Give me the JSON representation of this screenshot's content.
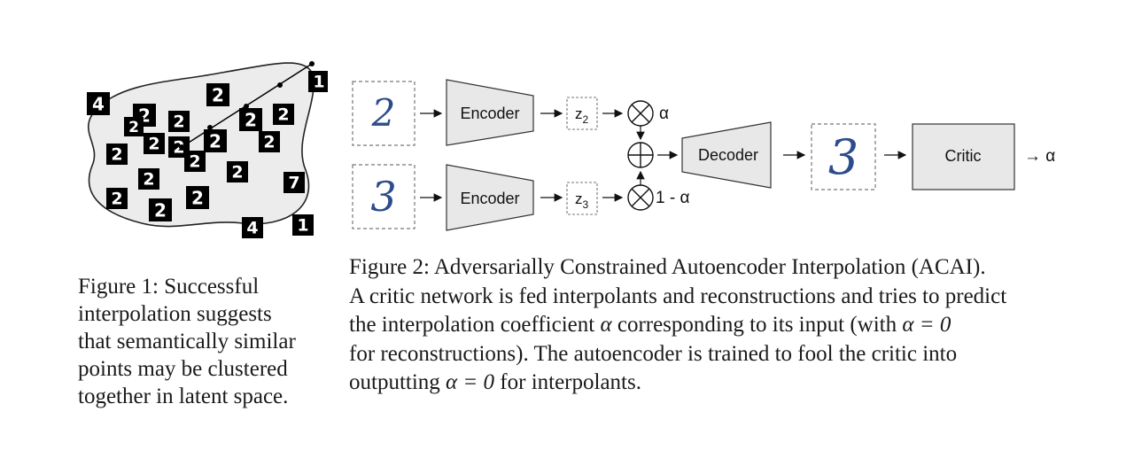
{
  "figure1": {
    "digits": [
      "4",
      "2",
      "2",
      "2",
      "2",
      "2",
      "2",
      "2",
      "2",
      "2",
      "2",
      "2",
      "2",
      "2",
      "2",
      "2",
      "2",
      "7",
      "4",
      "1",
      "1",
      "2"
    ],
    "caption_lines": [
      "Figure 1: Successful",
      "interpolation suggests",
      "that semantically similar",
      "points may be clustered",
      "together in latent space."
    ]
  },
  "figure2": {
    "input_top_digit": "2",
    "input_bottom_digit": "3",
    "encoder_top_label": "Encoder",
    "encoder_bottom_label": "Encoder",
    "latent_top_label": "z",
    "latent_top_sub": "2",
    "latent_bottom_label": "z",
    "latent_bottom_sub": "3",
    "alpha_top": "α",
    "alpha_bottom": "1 - α",
    "decoder_label": "Decoder",
    "output_digit": "3",
    "critic_label": "Critic",
    "critic_output": "→ α",
    "caption": {
      "line1": "Figure 2: Adversarially Constrained Autoencoder Interpolation (ACAI).",
      "line2": "A critic network is fed interpolants and reconstructions and tries to predict",
      "line3a": "the interpolation coefficient ",
      "line3b": "α",
      "line3c": " corresponding to its input (with ",
      "line3d": "α = 0",
      "line4": "for reconstructions). The autoencoder is trained to fool the critic into",
      "line5a": "outputting ",
      "line5b": "α = 0",
      "line5c": " for interpolants."
    }
  }
}
